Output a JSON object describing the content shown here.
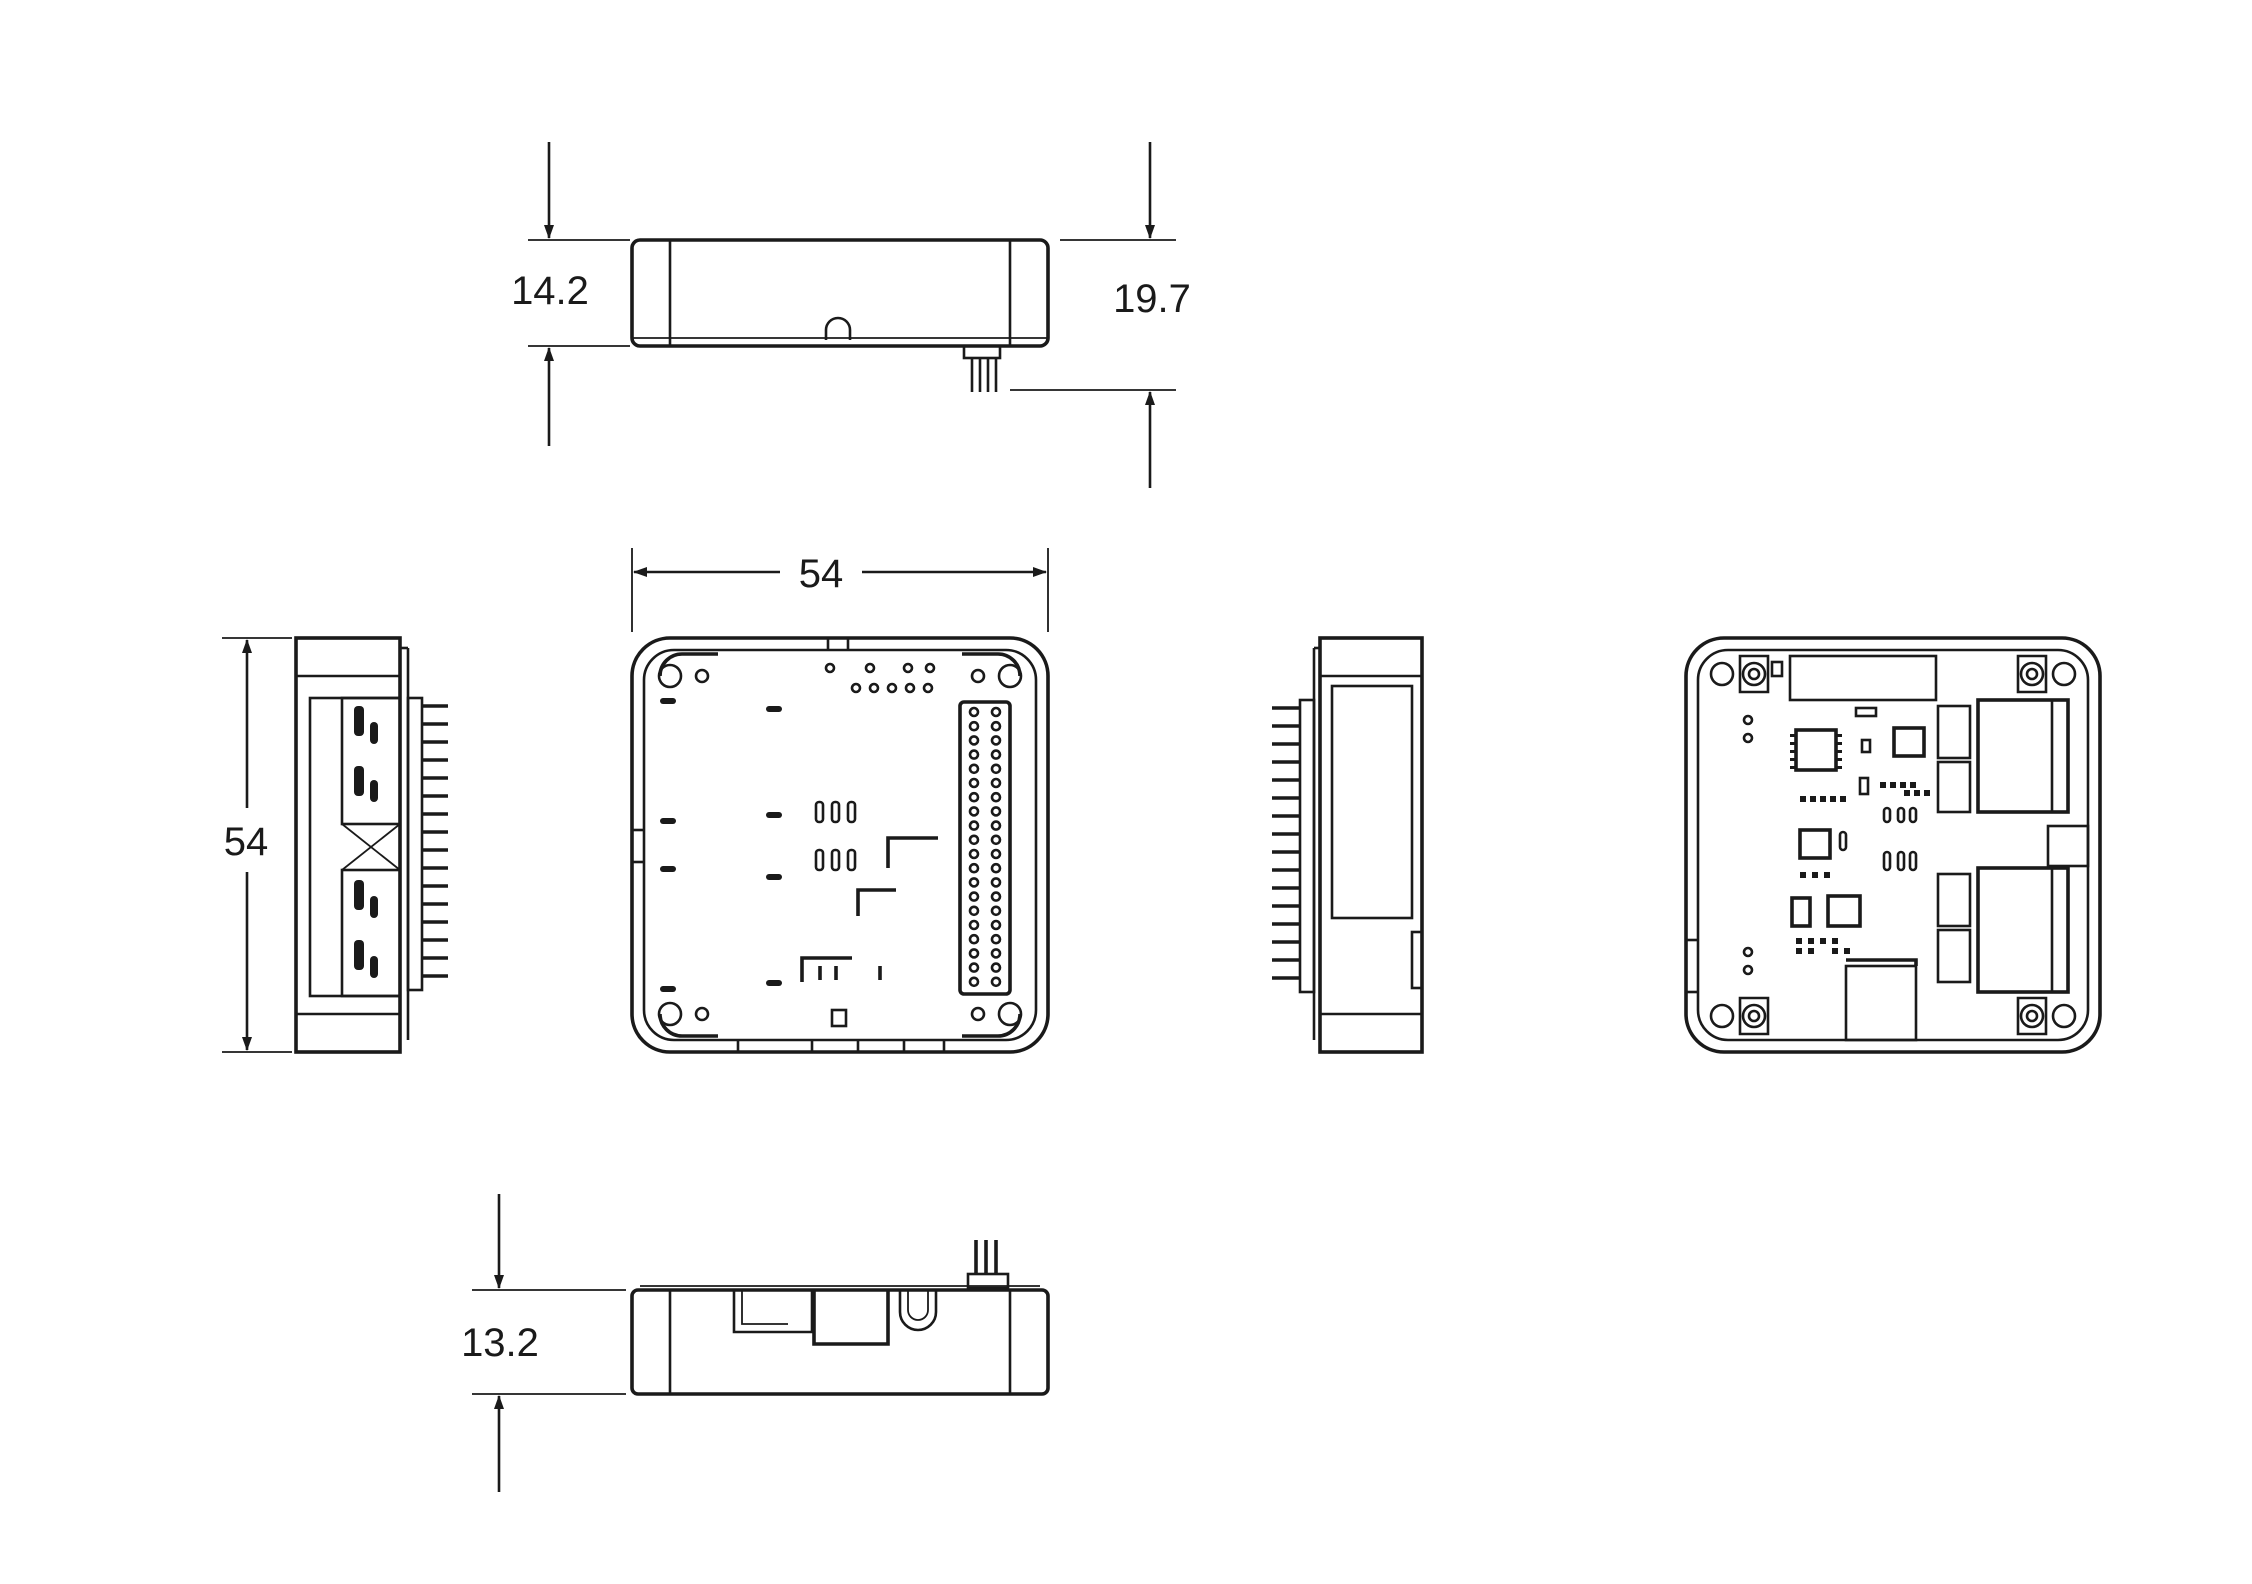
{
  "drawing": {
    "type": "orthographic mechanical drawing",
    "dimensions": {
      "top_view_height_left": "14.2",
      "top_view_height_right": "19.7",
      "front_view_width": "54",
      "left_view_height": "54",
      "bottom_view_height": "13.2"
    },
    "views": [
      "top",
      "left",
      "front",
      "right",
      "rear-pcb",
      "bottom"
    ]
  }
}
